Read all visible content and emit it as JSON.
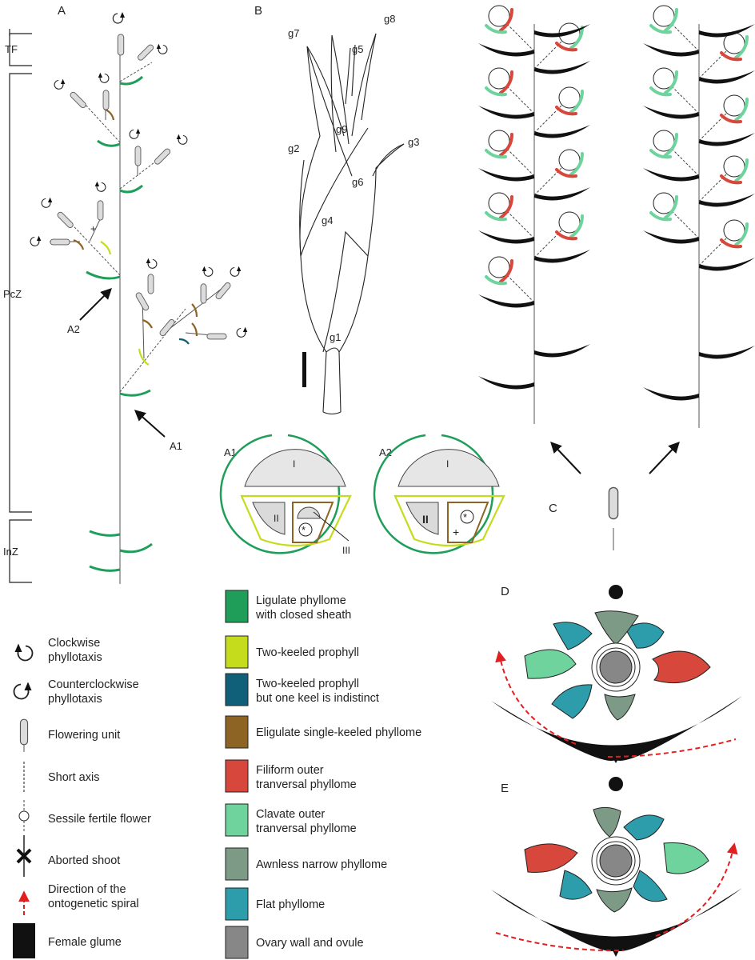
{
  "panels": {
    "a": "A",
    "b": "B",
    "c": "C",
    "d": "D",
    "e": "E"
  },
  "zones": {
    "tf": "TF",
    "pcz": "PcZ",
    "inz": "InZ"
  },
  "arrows": {
    "a1": "A1",
    "a2": "A2"
  },
  "glumes": [
    "g1",
    "g2",
    "g3",
    "g4",
    "g5",
    "g6",
    "g7",
    "g8",
    "g9"
  ],
  "diagrams": {
    "a1": {
      "title": "A1",
      "i": "I",
      "ii": "II",
      "iii": "III"
    },
    "a2": {
      "title": "A2",
      "i": "I",
      "ii": "II"
    }
  },
  "legend_left": [
    {
      "label": "Clockwise phyllotaxis",
      "icon": "clockwise-icon"
    },
    {
      "label": "Counterclockwise phyllotaxis",
      "icon": "counterclockwise-icon"
    },
    {
      "label": "Flowering unit",
      "icon": "flowering-unit-icon"
    },
    {
      "label": "Short axis",
      "icon": "short-axis-icon"
    },
    {
      "label": "Sessile fertile flower",
      "icon": "sessile-flower-icon"
    },
    {
      "label": "Aborted shoot",
      "icon": "aborted-shoot-icon"
    },
    {
      "label": "Direction of the ontogenetic spiral",
      "icon": "spiral-direction-icon"
    },
    {
      "label": "Female glume",
      "icon": "female-glume-icon"
    }
  ],
  "legend_right": [
    {
      "label": "Ligulate phyllome with closed sheath",
      "color": "#1f9e5a"
    },
    {
      "label": "Two-keeled prophyll",
      "color": "#c4dc1c"
    },
    {
      "label": "Two-keeled prophyll but one keel is indistinct",
      "color": "#11607a"
    },
    {
      "label": "Eligulate single-keeled phyllome",
      "color": "#8d6424"
    },
    {
      "label": "Filiform outer tranversal phyllome",
      "color": "#d8473b"
    },
    {
      "label": "Clavate outer tranversal phyllome",
      "color": "#6fd39d"
    },
    {
      "label": "Awnless narrow phyllome",
      "color": "#7c9a86"
    },
    {
      "label": "Flat phyllome",
      "color": "#2d9cab"
    },
    {
      "label": "Ovary wall and ovule",
      "color": "#878787"
    }
  ],
  "colors": {
    "green": "#1f9e5a",
    "yellow": "#c4dc1c",
    "blue": "#11607a",
    "brown": "#8d6424",
    "red": "#d8473b",
    "mint": "#6fd39d",
    "sage": "#7c9a86",
    "teal": "#2d9cab",
    "gray": "#878787",
    "black": "#111111",
    "arrow": "#e02020"
  }
}
